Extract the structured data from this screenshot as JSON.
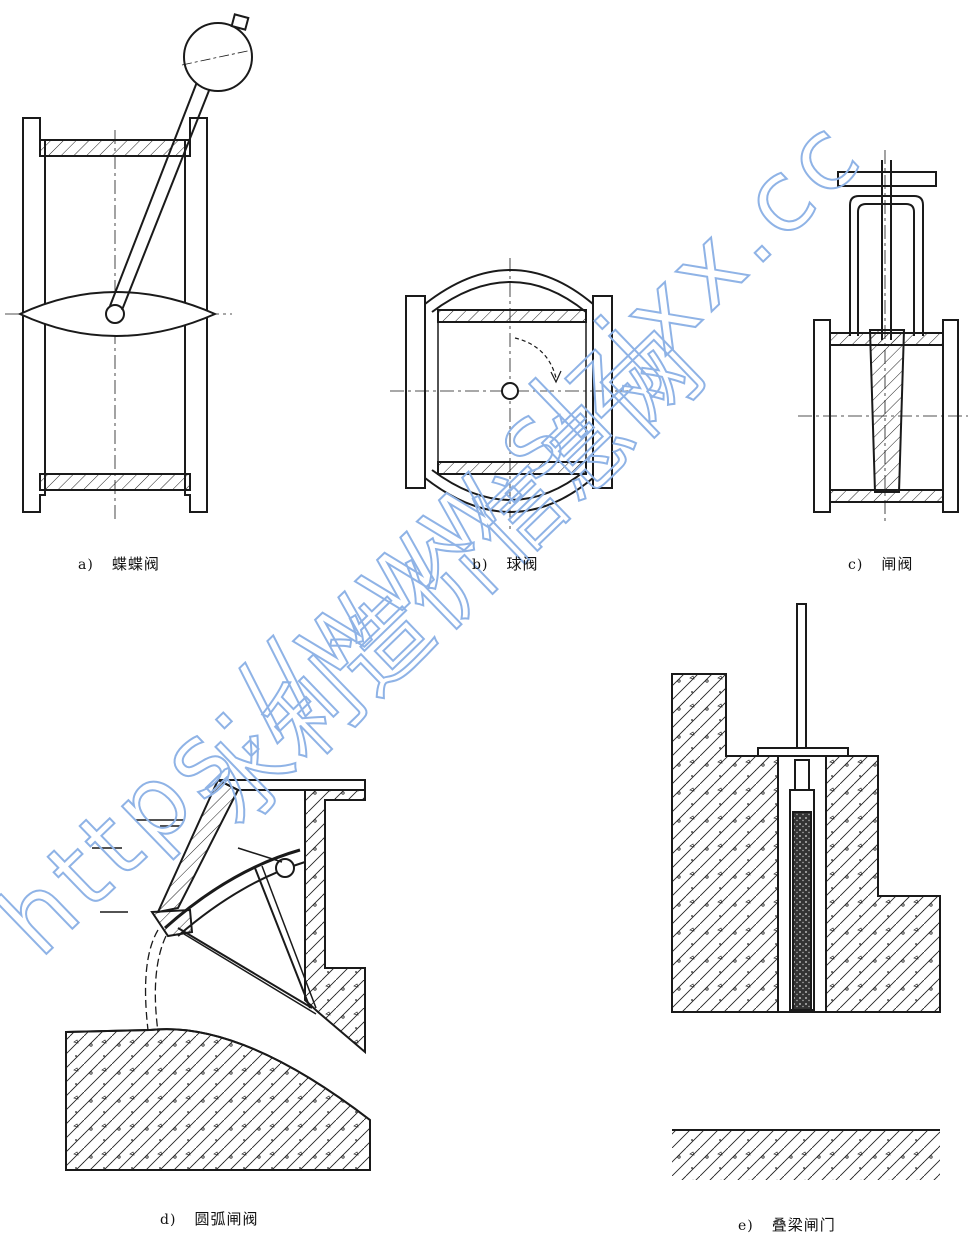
{
  "figures": [
    {
      "id": "a",
      "letter": "a)",
      "label": "蝶蝶阀"
    },
    {
      "id": "b",
      "letter": "b)",
      "label": "球阀"
    },
    {
      "id": "c",
      "letter": "c)",
      "label": "闸阀"
    },
    {
      "id": "d",
      "letter": "d)",
      "label": "圆弧闸阀"
    },
    {
      "id": "e",
      "letter": "e)",
      "label": "叠梁闸门"
    }
  ],
  "watermark": {
    "url": "https://www.slzjxx.cc",
    "site_name": "水利造价信息网"
  },
  "colors": {
    "line": "#1a1a1a",
    "watermark": "#8fb3e6"
  }
}
